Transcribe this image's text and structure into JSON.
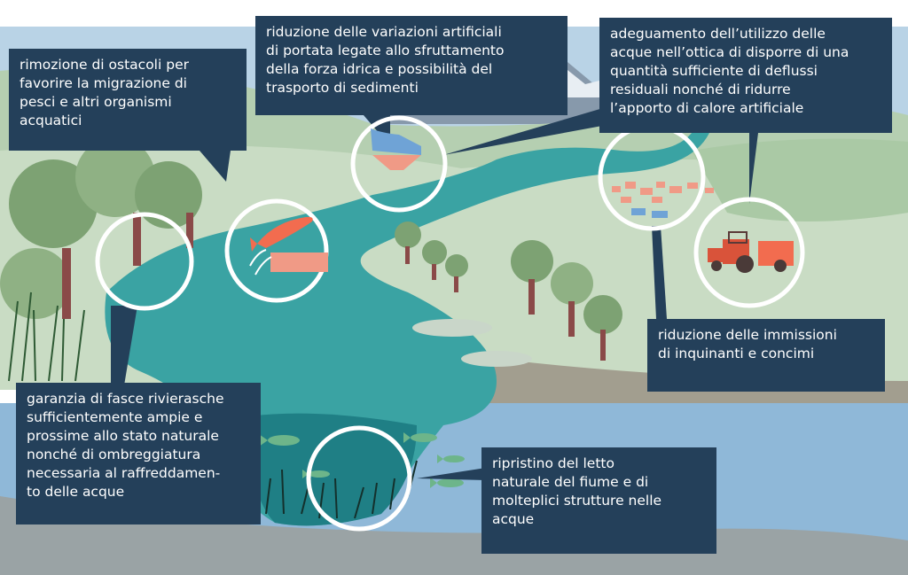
{
  "callouts": {
    "barrier_removal": "rimozione di ostacoli per\nfavorire la migrazione di\npesci e altri organismi\nacquatici",
    "hydropeaking": "riduzione delle variazioni artificiali\ndi portata legate allo sfruttamento\ndella forza idrica e possibilità del\ntrasporto di sedimenti",
    "water_use": "adeguamento dell’utilizzo delle\nacque nell’ottica di disporre di una\nquantità sufficiente di deflussi\nresiduali nonché di ridurre\nl’apporto di calore artificiale",
    "pollutants": "riduzione delle immissioni\ndi inquinanti e concimi",
    "riparian": "garanzia di fasce rivierasche\nsufficientemente ampie e\nprossime allo stato naturale\nnonché di ombreggiatura\nnecessaria al raffreddamen-\nto delle acque",
    "riverbed": "ripristino del letto\nnaturale del fiume e di\nmolteplici strutture nelle\nacque"
  },
  "colors": {
    "callout_bg": "#24405a",
    "river": "#3aa3a3",
    "river_dark": "#1f7f85",
    "meadow": "#c9dcc4",
    "sky": "#b9d3e6",
    "riverbed": "#8fb8d8",
    "fish_highlight": "#f26c4f"
  },
  "icons": [
    "salmon-icon",
    "tractor-icon",
    "reservoir-icon",
    "village-icon",
    "fish-icon"
  ]
}
